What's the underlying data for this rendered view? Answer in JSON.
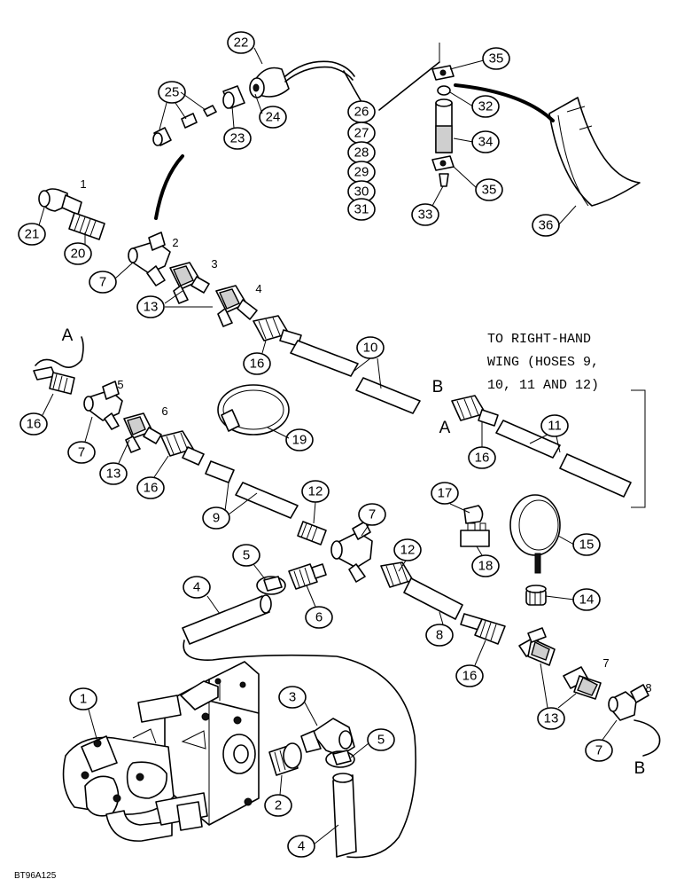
{
  "figure_code": "BT96A125",
  "note": [
    "TO RIGHT-HAND",
    "WING (HOSES 9,",
    "10, 11 AND 12)"
  ],
  "break_labels": [
    "A",
    "A",
    "B",
    "B"
  ],
  "fitting_labels": [
    "1",
    "2",
    "3",
    "4",
    "5",
    "6",
    "7",
    "8"
  ],
  "callouts": [
    "1",
    "2",
    "3",
    "4",
    "4",
    "5",
    "5",
    "6",
    "7",
    "7",
    "7",
    "7",
    "8",
    "9",
    "10",
    "11",
    "12",
    "12",
    "13",
    "13",
    "13",
    "14",
    "15",
    "16",
    "16",
    "16",
    "16",
    "16",
    "17",
    "18",
    "19",
    "20",
    "21",
    "22",
    "23",
    "24",
    "25",
    "26",
    "27",
    "28",
    "29",
    "30",
    "31",
    "32",
    "33",
    "34",
    "35",
    "35",
    "36"
  ]
}
